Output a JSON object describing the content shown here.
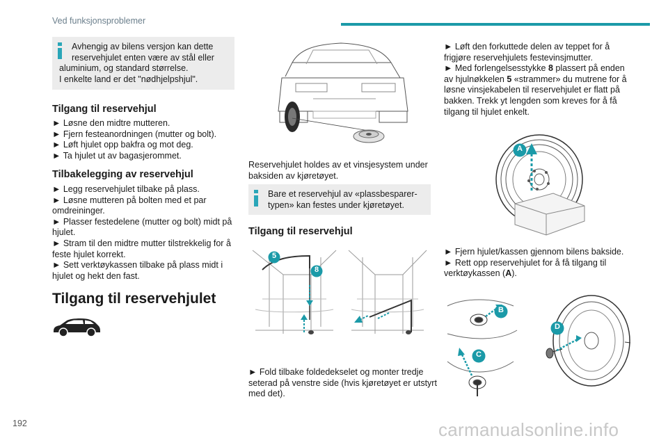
{
  "header": {
    "section": "Ved funksjonsproblemer",
    "accent": "#1b9aa8"
  },
  "page_number": "192",
  "watermark": "carmanualsonline.info",
  "col1": {
    "note_lines": [
      "Avhengig av bilens versjon kan dette",
      "reservehjulet enten være av stål eller",
      "aluminium, og standard størrelse.",
      "I enkelte land er det \"nødhjelpshjul\"."
    ],
    "h_access": "Tilgang til reservehjul",
    "access_steps": [
      "► Løsne den midtre mutteren.",
      "► Fjern festeanordningen (mutter og bolt).",
      "► Løft hjulet opp bakfra og mot deg.",
      "► Ta hjulet ut av bagasjerommet."
    ],
    "h_return": "Tilbakelegging av reservehjul",
    "return_lines": [
      "► Legg reservehjulet tilbake på plass.",
      "► Løsne mutteren på bolten med et par",
      "omdreininger.",
      "► Plasser festedelene (mutter og bolt) midt på",
      "hjulet.",
      "► Stram til den midtre mutter tilstrekkelig for å",
      "feste hjulet korrekt.",
      "► Sett verktøykassen tilbake på plass midt i",
      "hjulet og hekt den fast."
    ],
    "h_big": "Tilgang til reservehjulet"
  },
  "col2": {
    "caption_lines": [
      "Reservehjulet holdes av et vinsjesystem under",
      "baksiden av kjøretøyet."
    ],
    "note_lines": [
      "Bare et reservehjul av «plassbesparer-",
      "typen» kan festes under kjøretøyet."
    ],
    "h_access": "Tilgang til reservehjul",
    "fold_lines": [
      "► Fold tilbake foldedekselet og monter tredje",
      "seterad på venstre side (hvis kjøretøyet er utstyrt",
      "med det)."
    ],
    "badges": [
      "5",
      "8"
    ]
  },
  "col3": {
    "lines_a": [
      "► Løft den forkuttede delen av teppet for å",
      "frigjøre reservehjulets festevinsjmutter."
    ],
    "line_b_pre": "► Med forlengelsesstykke ",
    "line_b_bold": "8",
    "line_b_post": " plassert på enden",
    "line_c_pre": "av hjulnøkkelen ",
    "line_c_bold": "5",
    "line_c_post": " «strammer» du mutrene for å",
    "lines_d": [
      "løsne vinsjekabelen til reservehjulet er flatt på",
      "bakken. Trekk yt lengden som kreves for å få",
      "tilgang til hjulet enkelt."
    ],
    "lines_e": [
      "► Fjern hjulet/kassen gjennom bilens bakside.",
      "► Rett opp reservehjulet for å få tilgang til"
    ],
    "line_f_pre": "verktøykassen (",
    "line_f_bold": "A",
    "line_f_post": ").",
    "badges": [
      "A",
      "B",
      "C",
      "D"
    ]
  }
}
